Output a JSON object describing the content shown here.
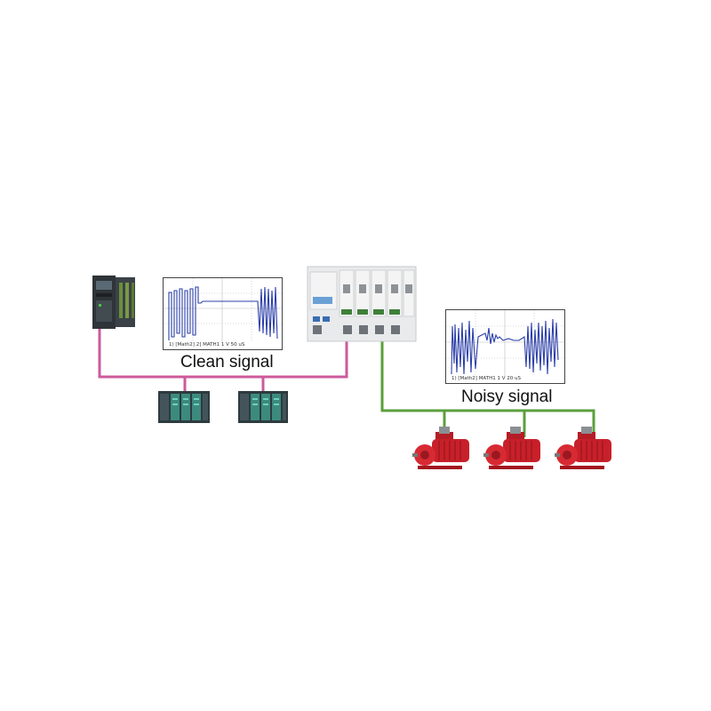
{
  "clean_scope": {
    "caption": "Clean signal",
    "readout": "1) [Math2] 2] MATH1  1 V  50 uS"
  },
  "noisy_scope": {
    "caption": "Noisy signal",
    "readout": "1) [Math2] MATH1  1 V  20 uS"
  },
  "colors": {
    "clean_bus": "#cc5a9c",
    "noisy_bus": "#5aa03c",
    "trace": "#2b3fa8",
    "motor": "#c8202a"
  },
  "icons": {
    "plc": "plc-rack-icon",
    "io_module": "io-module-icon",
    "repeater": "repeater-hub-icon",
    "motor": "gear-motor-icon"
  }
}
